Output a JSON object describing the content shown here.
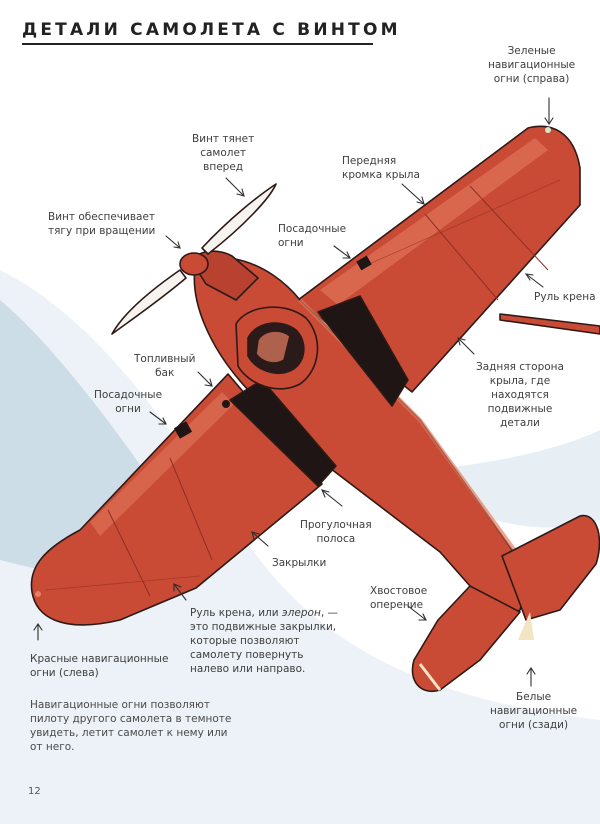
{
  "page": {
    "title": "ДЕТАЛИ САМОЛЕТА С ВИНТОМ",
    "page_number": "12",
    "colors": {
      "fuselage": "#c94a35",
      "fuselage_shade": "#a83a2a",
      "highlight": "#e67f63",
      "outline": "#2d1a17",
      "sky": "#cfdfe9",
      "title": "#222222"
    }
  },
  "labels": {
    "nav_right": [
      "Зеленые",
      "навигационные",
      "огни (справа)"
    ],
    "prop_pull": [
      "Винт тянет",
      "самолет",
      "вперед"
    ],
    "leading_edge": [
      "Передняя",
      "кромка крыла"
    ],
    "prop_thrust": [
      "Винт обеспечивает",
      "тягу при вращении"
    ],
    "landing_lights_top": [
      "Посадочные",
      "огни"
    ],
    "aileron_right": [
      "Руль крена"
    ],
    "fuel_tank": [
      "Топливный",
      "бак"
    ],
    "trailing_edge": [
      "Задняя сторона",
      "крыла, где",
      "находятся",
      "подвижные",
      "детали"
    ],
    "landing_lights_left": [
      "Посадочные",
      "огни"
    ],
    "walkway": [
      "Прогулочная",
      "полоса"
    ],
    "flaps": [
      "Закрылки"
    ],
    "tail": [
      "Хвостовое",
      "оперение"
    ],
    "aileron_desc": {
      "line1_a": "Руль крена, или ",
      "line1_em": "элерон",
      "line1_b": ", —",
      "rest": [
        "это подвижные закрылки,",
        "которые позволяют",
        "самолету повернуть",
        "налево или направо."
      ]
    },
    "nav_left": [
      "Красные навигационные",
      "огни (слева)"
    ],
    "nav_rear": [
      "Белые",
      "навигационные",
      "огни (сзади)"
    ]
  },
  "note": "Навигационные огни позволяют пилоту другого самолета в темноте увидеть, летит самолет к нему или от него."
}
